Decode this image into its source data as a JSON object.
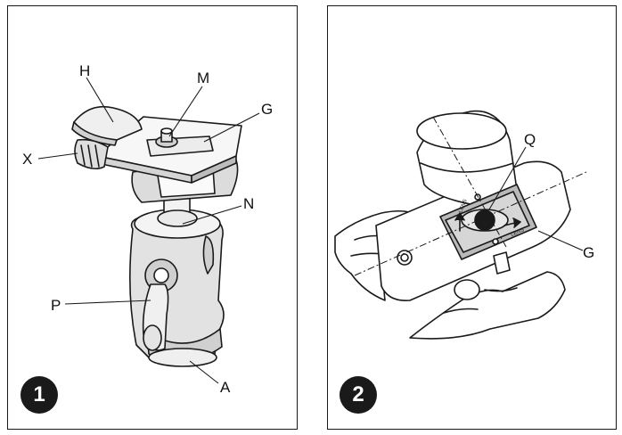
{
  "figure": {
    "panel_1": {
      "step_number": "1",
      "labels": {
        "h": "H",
        "m": "M",
        "g": "G",
        "x": "X",
        "n": "N",
        "p": "P",
        "a": "A"
      }
    },
    "panel_2": {
      "step_number": "2",
      "labels": {
        "q": "Q",
        "g": "G"
      },
      "plate_markings": {
        "lens_left": "LENS",
        "lens_right": "LENS"
      }
    }
  },
  "colors": {
    "line": "#1a1a1a",
    "plate_gray": "#b9b9b9",
    "metal_gray": "#d8d8d8",
    "badge_fill": "#1a1a1a"
  }
}
